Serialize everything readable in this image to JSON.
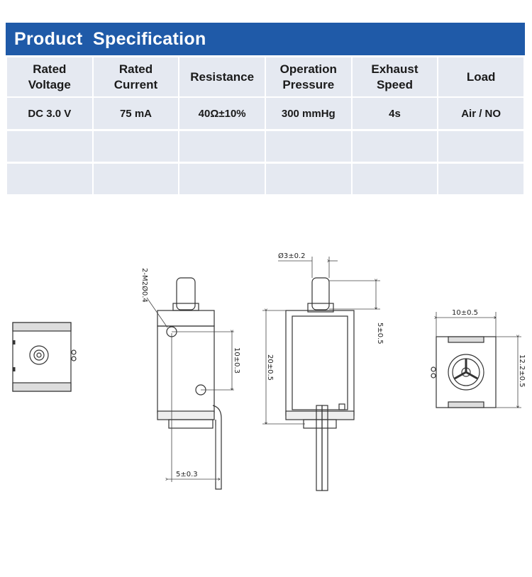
{
  "title": "Product  Specification",
  "table": {
    "headers": [
      "Rated\nVoltage",
      "Rated\nCurrent",
      "Resistance",
      "Operation\nPressure",
      "Exhaust\nSpeed",
      "Load"
    ],
    "values": [
      "DC 3.0 V",
      "75 mA",
      "40Ω±10%",
      "300 mmHg",
      "4s",
      "Air / NO"
    ]
  },
  "dimensions": {
    "hole_spec": "2-M2Ø0.4",
    "hole_spacing": "10±0.3",
    "pin_offset": "5±0.3",
    "plunger_dia": "Ø3±0.2",
    "plunger_height": "5±0.5",
    "body_height": "20±0.5",
    "width": "10±0.5",
    "depth": "12.2±0.5"
  }
}
